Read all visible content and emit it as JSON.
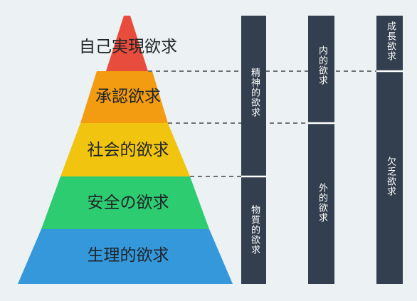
{
  "pyramid": {
    "levels": [
      {
        "label": "自己実現欲求",
        "color": "#e74c3c"
      },
      {
        "label": "承認欲求",
        "color": "#f39c12"
      },
      {
        "label": "社会的欲求",
        "color": "#f1c40f"
      },
      {
        "label": "安全の欲求",
        "color": "#2ecc71"
      },
      {
        "label": "生理的欲求",
        "color": "#3498db"
      }
    ]
  },
  "columns": {
    "col1": {
      "top": "精神的欲求",
      "bottom": "物質的欲求"
    },
    "col2": {
      "top": "内的欲求",
      "bottom": "外的欲求"
    },
    "col3": {
      "top": "成長欲求",
      "bottom": "欠乏欲求"
    }
  },
  "colors": {
    "column_fill": "#333f4e",
    "divider": "#ffffff",
    "dashed_line": "#6b7177",
    "background": "#ecf1f4"
  }
}
